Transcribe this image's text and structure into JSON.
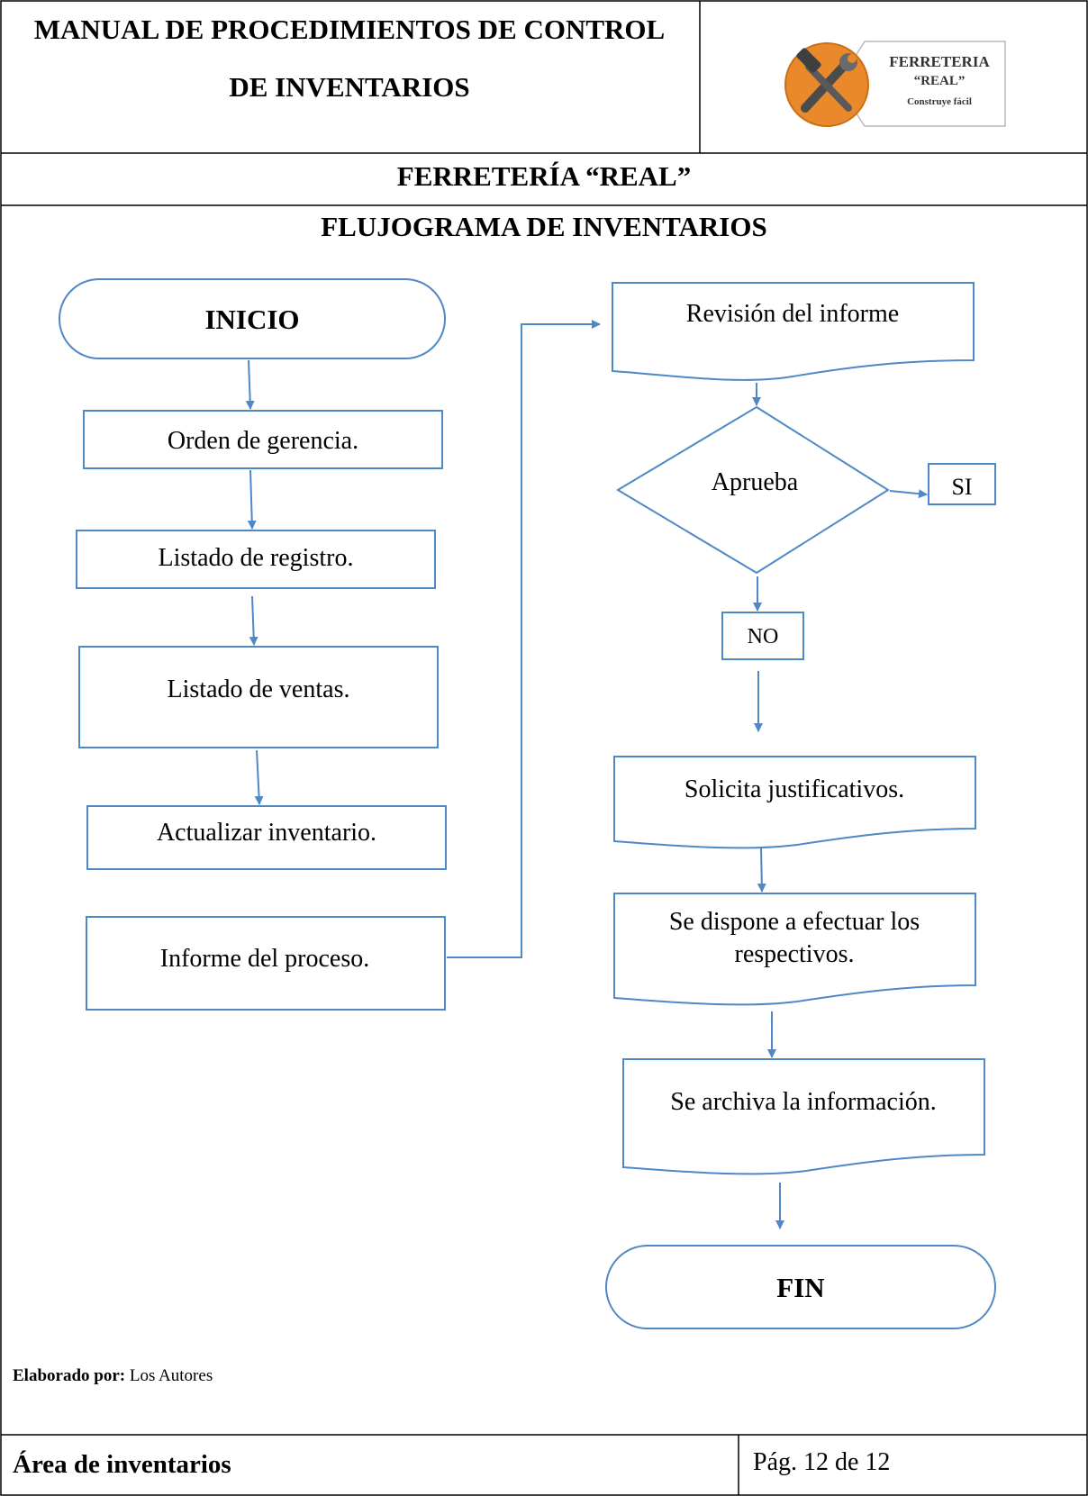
{
  "header": {
    "title_line1": "MANUAL DE PROCEDIMIENTOS DE CONTROL",
    "title_line2": "DE INVENTARIOS",
    "company": "FERRETERÍA “REAL”",
    "section_title": "FLUJOGRAMA DE INVENTARIOS"
  },
  "logo": {
    "line1": "FERRETERIA",
    "line2": "“REAL”",
    "line3": "Construye fácil",
    "icon": "hammer-wrench-icon",
    "accent_color": "#E9892B"
  },
  "flowchart": {
    "inicio": "INICIO",
    "orden": "Orden de gerencia.",
    "listado_registro": "Listado de registro.",
    "listado_ventas": "Listado de ventas.",
    "actualizar": "Actualizar inventario.",
    "informe": "Informe del proceso.",
    "revision": "Revisión del informe",
    "aprueba": "Aprueba",
    "si": "SI",
    "no": "NO",
    "solicita": "Solicita justificativos.",
    "dispone_line1": "Se dispone a efectuar los",
    "dispone_line2": "respectivos.",
    "archiva": "Se archiva la información.",
    "fin": "FIN",
    "shape_color": "#4F88C6"
  },
  "footer": {
    "elaborado_label": "Elaborado por:",
    "elaborado_value": "Los Autores",
    "area": "Área de inventarios",
    "page": "Pág. 12 de 12"
  }
}
